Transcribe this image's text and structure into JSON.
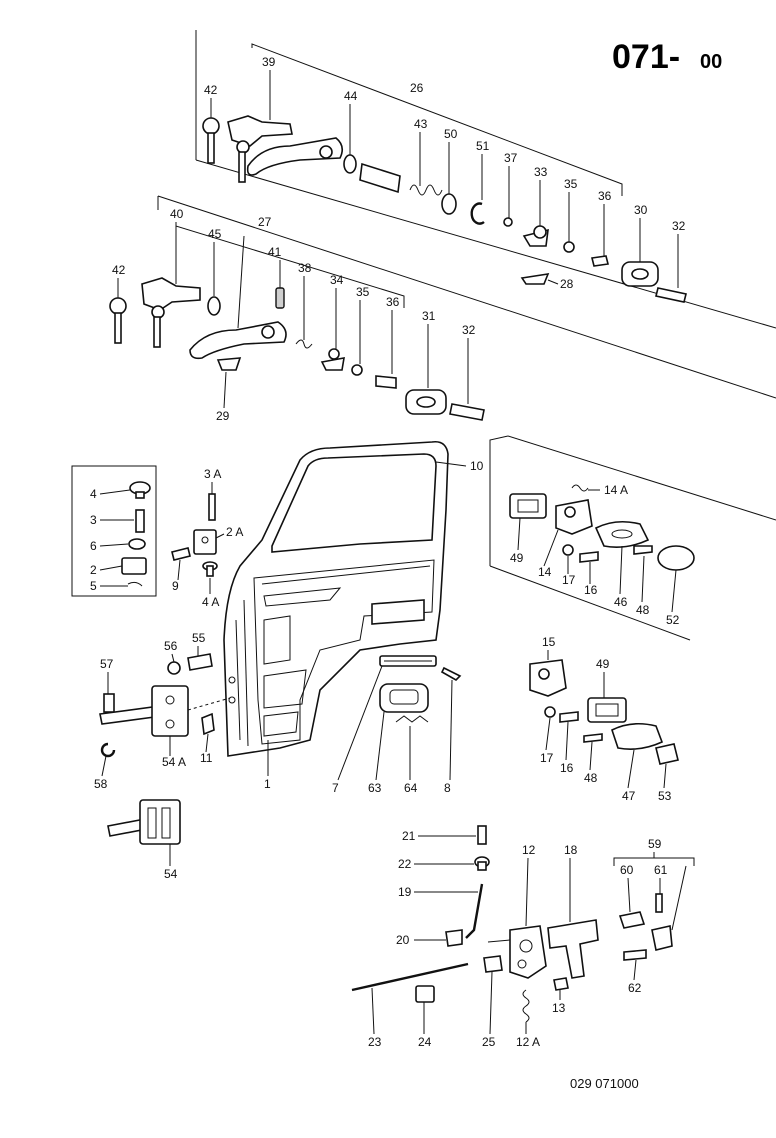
{
  "header": {
    "code_main": "071-",
    "code_sub": "00"
  },
  "footer": {
    "ref": "029  071000"
  },
  "labels": {
    "l39": "39",
    "l26": "26",
    "l42a": "42",
    "l44": "44",
    "l43": "43",
    "l50": "50",
    "l51": "51",
    "l37": "37",
    "l33": "33",
    "l35a": "35",
    "l36a": "36",
    "l30": "30",
    "l32a": "32",
    "l28": "28",
    "l40": "40",
    "l27": "27",
    "l45": "45",
    "l41": "41",
    "l38": "38",
    "l34": "34",
    "l35b": "35",
    "l36b": "36",
    "l31": "31",
    "l32b": "32",
    "l42b": "42",
    "l29": "29",
    "l10": "10",
    "l14a": "14 A",
    "l49a": "49",
    "l14": "14",
    "l17a": "17",
    "l16a": "16",
    "l46": "46",
    "l48a": "48",
    "l52": "52",
    "l4": "4",
    "l3": "3",
    "l6": "6",
    "l2": "2",
    "l5": "5",
    "l3A": "3 A",
    "l2A": "2 A",
    "l9": "9",
    "l4A": "4 A",
    "l56": "56",
    "l55": "55",
    "l57": "57",
    "l54A": "54 A",
    "l11": "11",
    "l58": "58",
    "l1": "1",
    "l7": "7",
    "l63": "63",
    "l64": "64",
    "l8": "8",
    "l15": "15",
    "l49b": "49",
    "l17b": "17",
    "l16b": "16",
    "l48b": "48",
    "l47": "47",
    "l53": "53",
    "l54": "54",
    "l21": "21",
    "l22": "22",
    "l19": "19",
    "l20": "20",
    "l12": "12",
    "l18": "18",
    "l13": "13",
    "l23": "23",
    "l24": "24",
    "l25": "25",
    "l12A": "12 A",
    "l59": "59",
    "l60": "60",
    "l61": "61",
    "l62": "62"
  }
}
